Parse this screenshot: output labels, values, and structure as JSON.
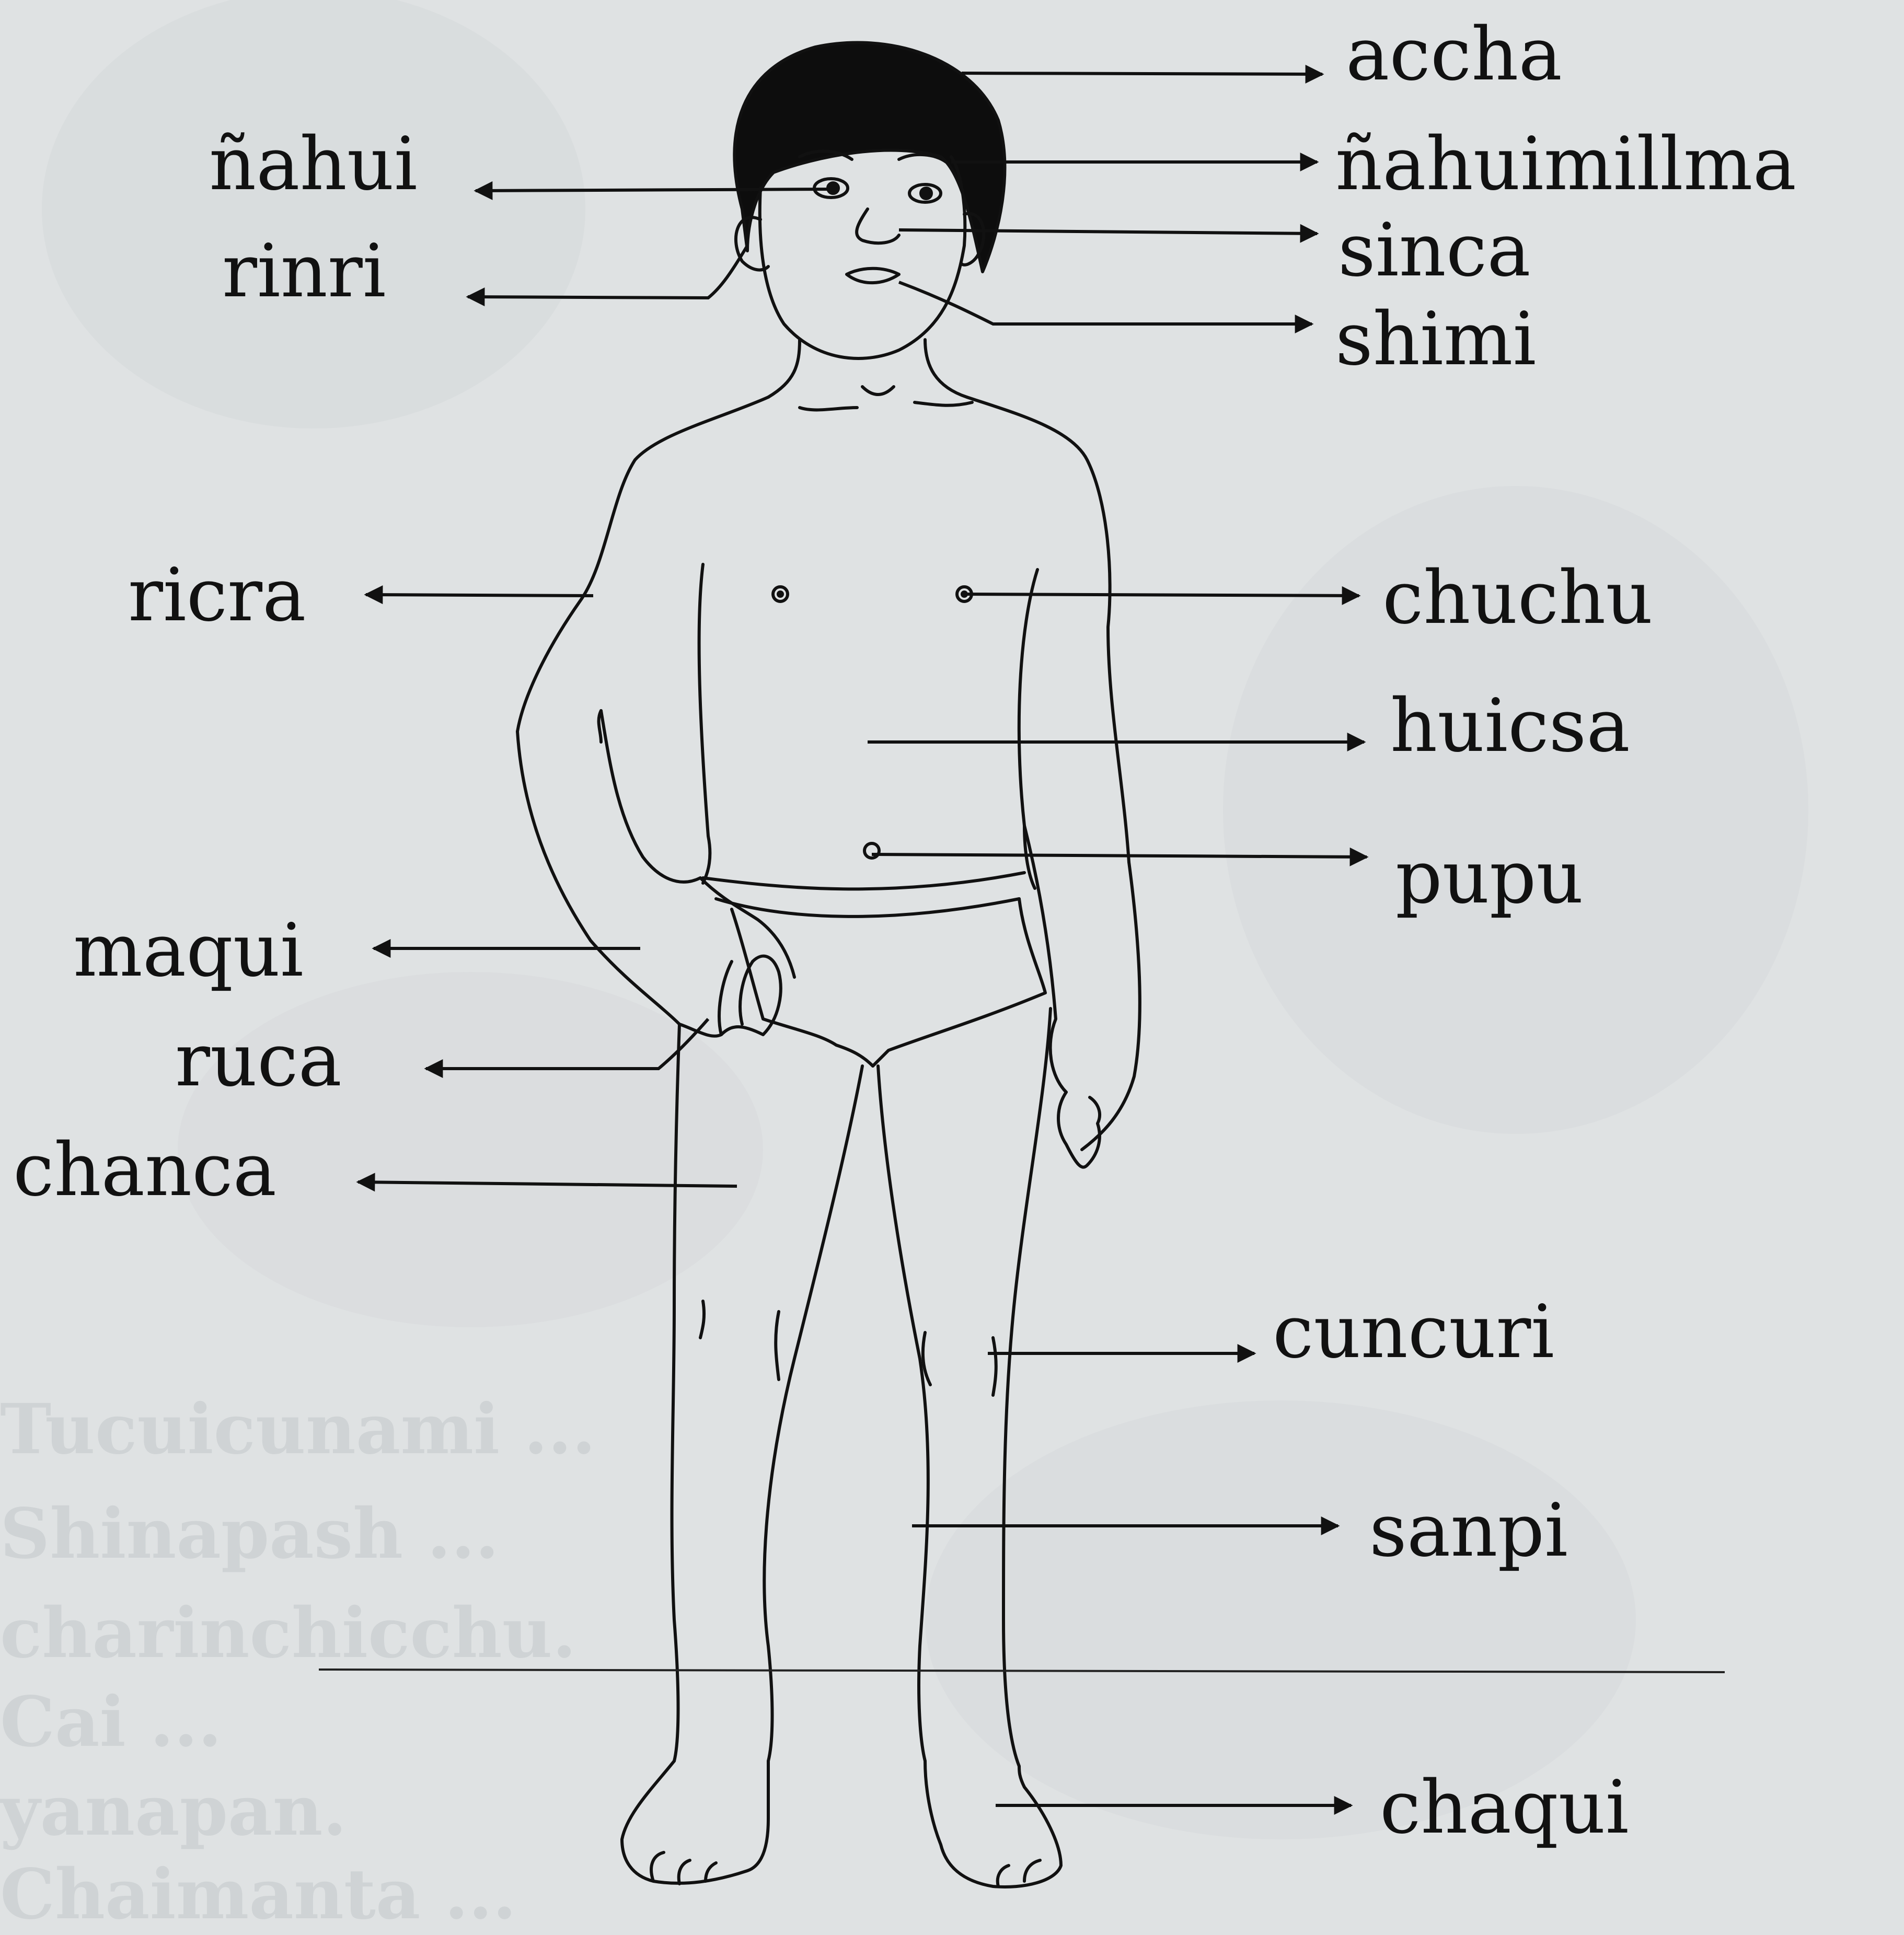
{
  "diagram": {
    "labels": {
      "accha": "accha",
      "nahui": "ñahui",
      "nahuimillma": "ñahuimillma",
      "rinri": "rinri",
      "sinca": "sinca",
      "shimi": "shimi",
      "ricra": "ricra",
      "chuchu": "chuchu",
      "huicsa": "huicsa",
      "pupu": "pupu",
      "maqui": "maqui",
      "ruca": "ruca",
      "chanca": "chanca",
      "cuncuri": "cuncuri",
      "sanpi": "sanpi",
      "chaqui": "chaqui"
    }
  },
  "background_text": [
    "Tucuicunami ...",
    "Shinapash ...",
    "charinchicchu.",
    "Cai ...",
    "yanapan.",
    "Chaimanta ..."
  ],
  "colors": {
    "paper": "#dfe2e3",
    "ink": "#111111",
    "ghost": "#cfd3d5"
  }
}
